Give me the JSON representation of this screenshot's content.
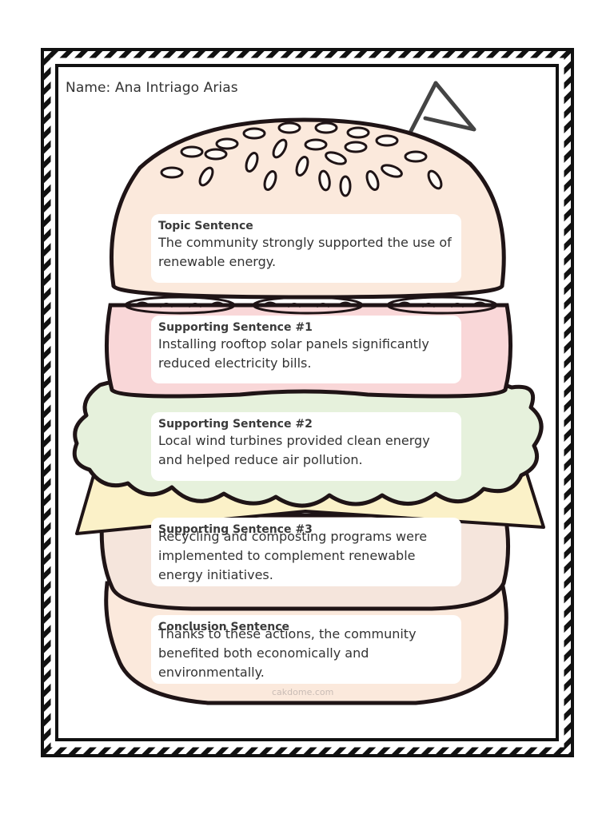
{
  "worksheet": {
    "name_label": "Name:",
    "student_name": "Ana Intriago Arias",
    "watermark": "cakdome.com",
    "sections": [
      {
        "title": "Topic Sentence",
        "text": "The community strongly supported the use of renewable energy."
      },
      {
        "title": "Supporting Sentence #1",
        "text": "Installing rooftop solar panels significantly reduced electricity bills."
      },
      {
        "title": "Supporting Sentence #2",
        "text": "Local wind turbines provided clean energy and helped reduce air pollution."
      },
      {
        "title": "Supporting Sentence #3",
        "text": "Recycling and composting programs were implemented to complement renewable energy initiatives."
      },
      {
        "title": "Conclusion Sentence",
        "text": "Thanks to these actions, the community benefited both economically and environmentally."
      }
    ]
  },
  "colors": {
    "bun": "#fbe9dc",
    "tomato": "#f9d7d8",
    "lettuce": "#e6f1dc",
    "cheese": "#fbf1c8",
    "patty": "#f5e5dc",
    "outline": "#1f1416"
  }
}
